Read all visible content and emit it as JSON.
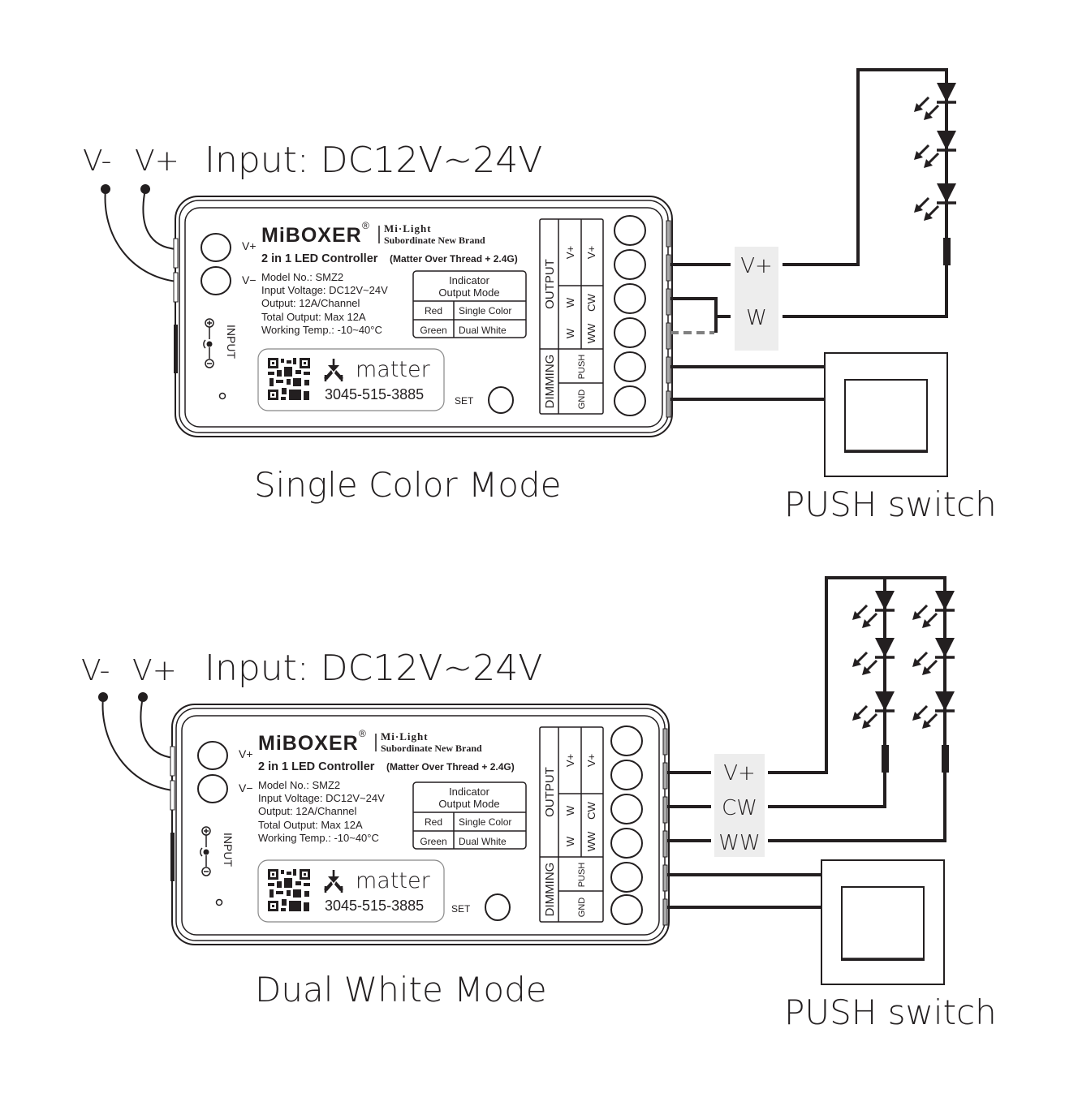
{
  "diagrams": [
    {
      "input_label": "Input: DC12V~24V",
      "terminal_vminus": "V-",
      "terminal_vplus": "V+",
      "mode_title": "Single Color Mode",
      "output_labels": [
        "V+",
        "W"
      ],
      "switch_label": "PUSH switch",
      "led_strips": 1,
      "leds_per_strip": 3
    },
    {
      "input_label": "Input: DC12V~24V",
      "terminal_vminus": "V-",
      "terminal_vplus": "V+",
      "mode_title": "Dual White Mode",
      "output_labels": [
        "V+",
        "CW",
        "WW"
      ],
      "switch_label": "PUSH switch",
      "led_strips": 2,
      "leds_per_strip": 3
    }
  ],
  "controller": {
    "brand": "MiBOXER",
    "registered": "®",
    "sub_brand_line1": "Mi·Light",
    "sub_brand_line2": "Subordinate New Brand",
    "title": "2 in 1 LED Controller",
    "title_suffix": "(Matter Over Thread + 2.4G)",
    "vplus": "V+",
    "vminus": "V−",
    "specs": [
      "Model No.: SMZ2",
      "Input Voltage: DC12V~24V",
      "Output: 12A/Channel",
      "Total Output: Max 12A",
      "Working Temp.: -10~40°C"
    ],
    "indicator_table": {
      "header_line1": "Indicator",
      "header_line2": "Output Mode",
      "rows": [
        {
          "color": "Red",
          "mode": "Single Color"
        },
        {
          "color": "Green",
          "mode": "Dual White"
        }
      ]
    },
    "input_label": "INPUT",
    "matter_word": "matter",
    "matter_code": "3045-515-3885",
    "set_label": "SET",
    "output_header": "OUTPUT",
    "output_col1": [
      "V+",
      "W",
      "W"
    ],
    "output_col2": [
      "V+",
      "CW",
      "WW"
    ],
    "dimming_header": "DIMMING",
    "dimming_pins": [
      "PUSH",
      "GND"
    ]
  },
  "colors": {
    "ink": "#231f20",
    "label_bg": "#ededed",
    "dashed_wire": "#808080"
  }
}
